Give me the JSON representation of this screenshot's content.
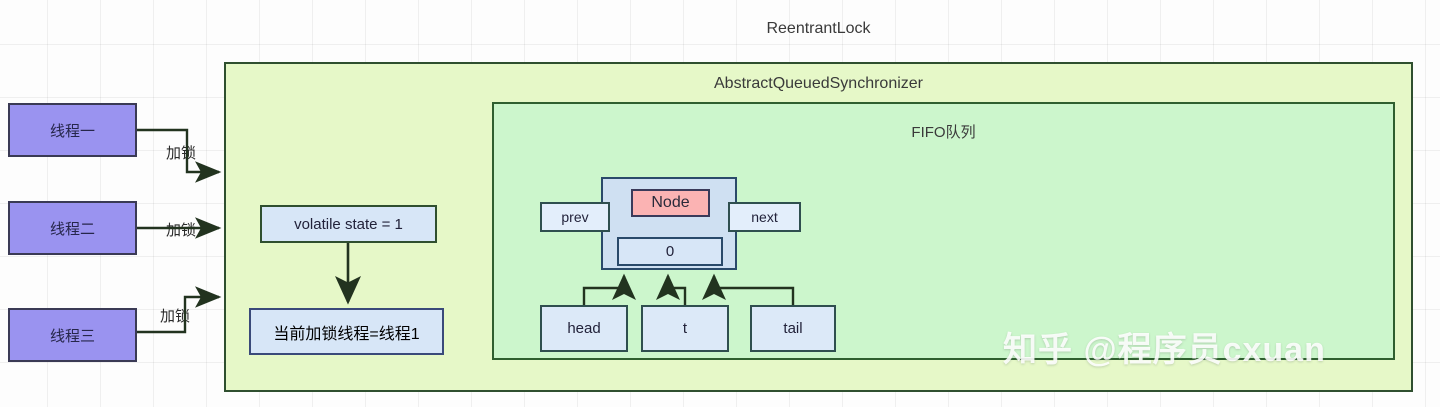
{
  "diagram": {
    "outer_title": "ReentrantLock",
    "aqs_title": "AbstractQueuedSynchronizer",
    "fifo_title": "FIFO队列",
    "colors": {
      "outer_fill": "#e6f8c8",
      "outer_stroke": "#2f4f2f",
      "fifo_fill": "#ccf6cc",
      "fifo_stroke": "#2f5f2f",
      "thread_fill": "#9a93f0",
      "thread_stroke": "#3a3a55",
      "info_fill": "#d7e6f7",
      "node_fill": "#cfe0f2",
      "node_label_fill": "#fbb3b3",
      "arrow_stroke": "#2a3a2a",
      "page_background": "#fdfdfd"
    }
  },
  "threads": [
    {
      "label": "线程一",
      "lock_label": "加锁"
    },
    {
      "label": "线程二",
      "lock_label": "加锁"
    },
    {
      "label": "线程三",
      "lock_label": "加锁"
    }
  ],
  "state": {
    "volatile_state": "volatile state = 1",
    "current_thread": "当前加锁线程=线程1"
  },
  "node": {
    "title": "Node",
    "prev": "prev",
    "next": "next",
    "value": "0"
  },
  "pointers": [
    {
      "label": "head"
    },
    {
      "label": "t"
    },
    {
      "label": "tail"
    }
  ],
  "watermark": {
    "text": "知乎 @程序员cxuan"
  }
}
